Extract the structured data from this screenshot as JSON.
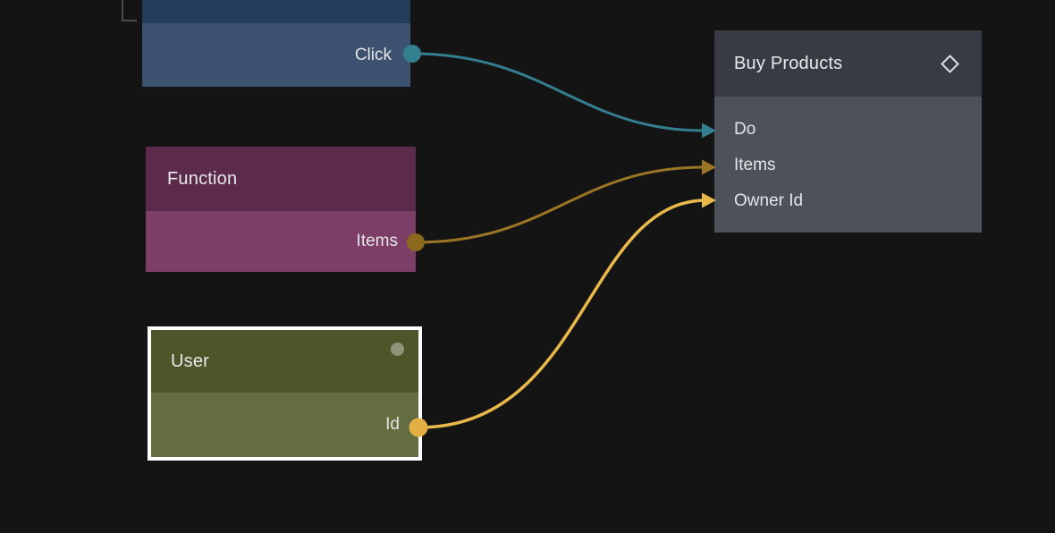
{
  "canvas": {
    "background": "#141414"
  },
  "marquee": {
    "color": "#4A4A4A"
  },
  "nodes": {
    "click": {
      "header_color": "#223C5A",
      "body_color": "#3D5170",
      "ports_out": [
        {
          "label": "Click",
          "dot_color": "#337F8F"
        }
      ]
    },
    "function": {
      "title": "Function",
      "header_color": "#5C2A4A",
      "body_color": "#7C3E67",
      "ports_out": [
        {
          "label": "Items",
          "dot_color": "#8A6A1F"
        }
      ]
    },
    "user": {
      "title": "User",
      "selected": true,
      "selection_border_color": "#FFFFFF",
      "status_dot_color": "#8E957A",
      "header_color": "#4C5629",
      "body_color": "#646D3F",
      "ports_out": [
        {
          "label": "Id",
          "dot_color": "#E3AE44"
        }
      ]
    },
    "buy_products": {
      "title": "Buy Products",
      "header_icon": "diamond-icon",
      "header_icon_color": "#DCDDE0",
      "header_color": "#383B44",
      "body_color": "#4D515A",
      "ports_in": [
        {
          "label": "Do",
          "arrow_color": "#337F8F"
        },
        {
          "label": "Items",
          "arrow_color": "#9A7524"
        },
        {
          "label": "Owner Id",
          "arrow_color": "#E8B94A"
        }
      ]
    }
  },
  "connections": [
    {
      "from_node": "click",
      "from_port": "Click",
      "to_node": "buy_products",
      "to_port": "Do",
      "color": "#337F8F"
    },
    {
      "from_node": "function",
      "from_port": "Items",
      "to_node": "buy_products",
      "to_port": "Items",
      "color": "#9A7524"
    },
    {
      "from_node": "user",
      "from_port": "Id",
      "to_node": "buy_products",
      "to_port": "Owner Id",
      "color": "#E8B94A"
    }
  ]
}
